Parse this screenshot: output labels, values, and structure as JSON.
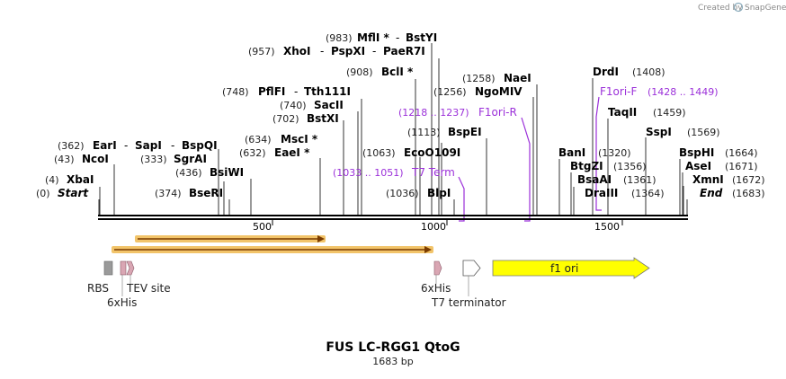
{
  "map": {
    "title": "FUS LC-RGG1 QtoG",
    "length_label": "1683 bp",
    "sequence_length": 1683,
    "credit": "Created by",
    "brand": "SnapGene",
    "tick_labels": [
      "500",
      "1000",
      "1500"
    ],
    "tick_positions": [
      500,
      1000,
      1500
    ]
  },
  "sites": {
    "xbai": {
      "pos": "(4)",
      "name": "XbaI"
    },
    "start": {
      "pos": "(0)",
      "name": "Start"
    },
    "ncoi": {
      "pos": "(43)",
      "name": "NcoI"
    },
    "eari": {
      "pos": "(362)",
      "name": "EarI"
    },
    "sapi": {
      "name": "SapI"
    },
    "bspqi": {
      "name": "BspQI"
    },
    "sgrai": {
      "pos": "(333)",
      "name": "SgrAI"
    },
    "bsiwi": {
      "pos": "(436)",
      "name": "BsiWI"
    },
    "bseri": {
      "pos": "(374)",
      "name": "BseRI"
    },
    "pflfi": {
      "pos": "(748)",
      "name": "PflFI"
    },
    "tth111i": {
      "name": "Tth111I"
    },
    "sacii": {
      "pos": "(740)",
      "name": "SacII"
    },
    "bstxi": {
      "pos": "(702)",
      "name": "BstXI"
    },
    "msci": {
      "pos": "(634)",
      "name": "MscI *"
    },
    "eaei": {
      "pos": "(632)",
      "name": "EaeI *"
    },
    "xhoi": {
      "pos": "(957)",
      "name": "XhoI"
    },
    "pspxi": {
      "name": "PspXI"
    },
    "paer7i": {
      "name": "PaeR7I"
    },
    "mfli": {
      "pos": "(983)",
      "name": "MflI *"
    },
    "bstyi": {
      "name": "BstYI"
    },
    "bcli": {
      "pos": "(908)",
      "name": "BclI *"
    },
    "naei": {
      "pos": "(1258)",
      "name": "NaeI"
    },
    "ngomiv": {
      "pos": "(1256)",
      "name": "NgoMIV"
    },
    "bspei": {
      "pos": "(1113)",
      "name": "BspEI"
    },
    "ecoo109i": {
      "pos": "(1063)",
      "name": "EcoO109I"
    },
    "blpi": {
      "pos": "(1036)",
      "name": "BlpI"
    },
    "drdi": {
      "pos": "(1408)",
      "name": "DrdI"
    },
    "taqii": {
      "pos": "(1459)",
      "name": "TaqII"
    },
    "sspi": {
      "pos": "(1569)",
      "name": "SspI"
    },
    "bani": {
      "pos": "(1320)",
      "name": "BanI"
    },
    "btgzi": {
      "pos": "(1356)",
      "name": "BtgZI"
    },
    "bsaai": {
      "pos": "(1361)",
      "name": "BsaAI"
    },
    "draiii": {
      "pos": "(1364)",
      "name": "DraIII"
    },
    "bsphi": {
      "pos": "(1664)",
      "name": "BspHI"
    },
    "asei": {
      "pos": "(1671)",
      "name": "AseI"
    },
    "xmni": {
      "pos": "(1672)",
      "name": "XmnI"
    },
    "end": {
      "pos": "(1683)",
      "name": "End"
    }
  },
  "primers": {
    "t7term": {
      "range": "(1033 .. 1051)",
      "name": "T7 Term"
    },
    "f1orir": {
      "range": "(1218 .. 1237)",
      "name": "F1ori-R"
    },
    "f1orif": {
      "range": "(1428 .. 1449)",
      "name": "F1ori-F"
    }
  },
  "features": {
    "rbs": "RBS",
    "his1": "6xHis",
    "tev": "TEV site",
    "his2": "6xHis",
    "t7term": "T7 terminator",
    "f1ori": "f1 ori"
  },
  "colors": {
    "primer": "#9b30d9",
    "orf_outline": "#f2c46a",
    "orf_line": "#7a3b00",
    "f1ori_fill": "#ffff00",
    "his_fill": "#d9a6b3",
    "rbs_fill": "#9a9a9a"
  }
}
